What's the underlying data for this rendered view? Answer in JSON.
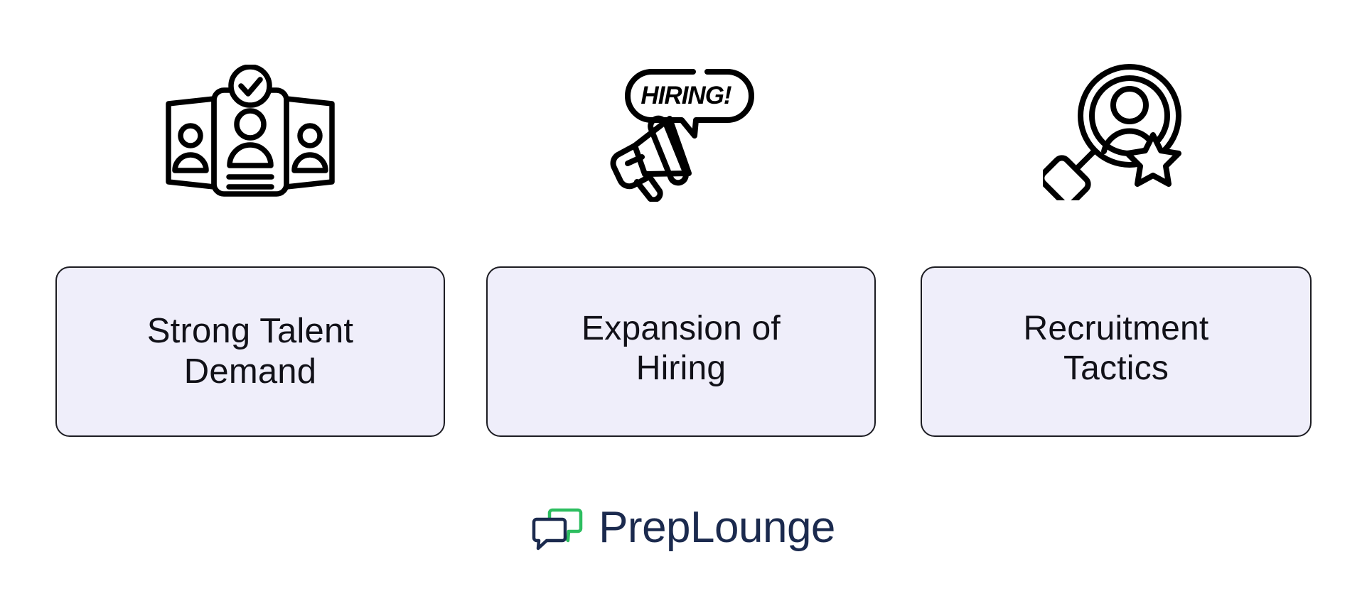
{
  "page": {
    "background_color": "#FFFFFF",
    "card_fill_color": "#EFEEFA",
    "card_border_color": "#1C1C22",
    "text_color": "#111118"
  },
  "columns": [
    {
      "icon_name": "candidate-profiles-verified-icon",
      "icon_description": "three ID cards with person silhouettes and a check-mark badge",
      "label": "Strong Talent\nDemand"
    },
    {
      "icon_name": "megaphone-hiring-icon",
      "icon_description": "megaphone with speech bubble",
      "icon_text": "HIRING!",
      "label": "Expansion of\nHiring"
    },
    {
      "icon_name": "magnifier-candidate-star-icon",
      "icon_description": "magnifying glass over a person with a star",
      "label": "Recruitment\nTactics"
    }
  ],
  "logo": {
    "name": "preplounge-logo",
    "text": "PrepLounge",
    "mark_name": "speech-bubbles-icon",
    "text_color": "#1B2A4E",
    "accent_color": "#2DBE60"
  }
}
